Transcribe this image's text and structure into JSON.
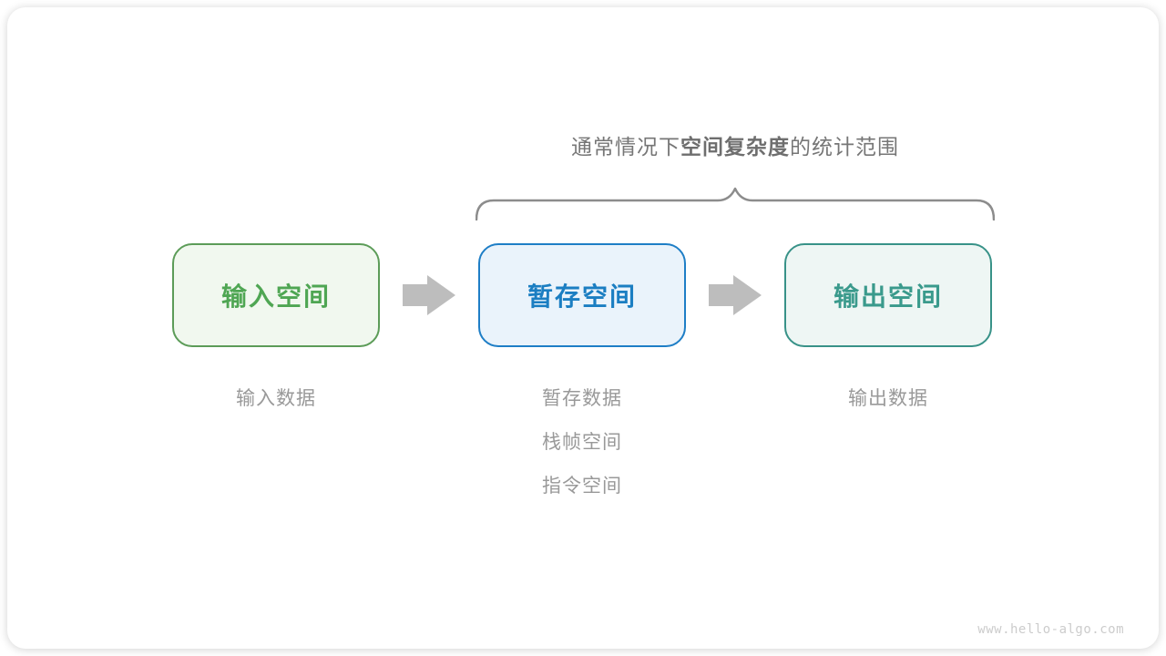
{
  "diagram": {
    "title": {
      "prefix": "通常情况下",
      "emphasis": "空间复杂度",
      "suffix": "的统计范围"
    },
    "boxes": [
      {
        "label": "输入空间",
        "style": "--bd:#5c9c58;--fg:#4fa653;--bg:#f1f8ef"
      },
      {
        "label": "暂存空间",
        "style": "--bd:#1e7ec6;--fg:#1b7ec2;--bg:#eaf3fb"
      },
      {
        "label": "输出空间",
        "style": "--bd:#389288;--fg:#3a9a8c;--bg:#eef6f4"
      }
    ],
    "notes": {
      "input": [
        "输入数据"
      ],
      "temp": [
        "暂存数据",
        "栈帧空间",
        "指令空间"
      ],
      "output": [
        "输出数据"
      ]
    },
    "colors": {
      "title_text": "#767676",
      "brace": "#8c8c8c",
      "arrow": "#bdbdbd",
      "note_text": "#999999",
      "watermark_text": "#cccccc"
    }
  },
  "watermark": "www.hello-algo.com"
}
